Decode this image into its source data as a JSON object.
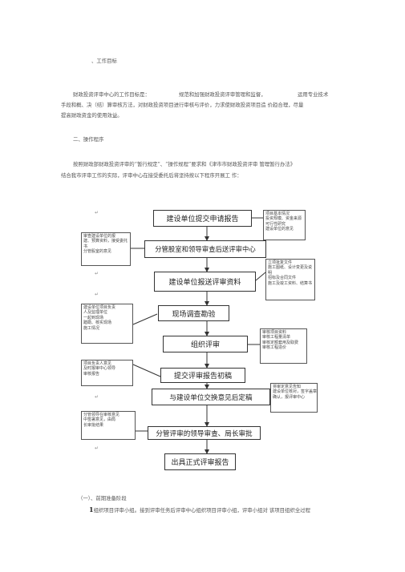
{
  "heading1": "、工作目标",
  "para1": {
    "line1_a": "财政投资评审中心的工作目标是：",
    "line1_b": "规范和加强财政投资评审管理和监督，",
    "line1_c": "运用专业技术",
    "line2": "手段和概、决（结）算审核方法，对财政投资项目进行审核与评价，力求使财政投资项目造 价趋合理，尽量",
    "line3": "提高财政资金的使用效益。"
  },
  "heading2": "二、操作程序",
  "para2": {
    "line1": "按照财政部财政投资评审的“暂行规定”、“操作规程”要求和《津市市财政投资评审 管理暂行办法》",
    "line2": "结合我市评审工作的实际，评审中心在接受委托后将坚持按以下程序开展工 作："
  },
  "flow": {
    "steps": [
      "建设单位提交申请报告",
      "分管股室和领导审查后送评审中心",
      "建设单位报送评审资料",
      "现场调查勘验",
      "组织评审",
      "提交评审报告初稿",
      "与建设单位交换意见后定稿",
      "分管评审的领导审查、局长审批",
      "出具正式评审报告"
    ],
    "left_notes": [
      [
        "审查建设单位的报",
        "建、预算资料，接受委托",
        "书",
        "分管股室的意见"
      ],
      [
        "建设单位项目负责",
        "人及监理单位",
        "一起到现场",
        "踏勘、核实现场",
        "施工情况"
      ],
      [
        "项目负责人意见",
        "及时报审中心领导",
        "审核报告"
      ],
      [
        "分管领导在审核意见",
        "中签署意见，由局",
        "长审批结果"
      ]
    ],
    "right_notes": [
      [
        "项目基本情况",
        "投资规模、资金来源",
        "可行性研究",
        "建设单位的意见"
      ],
      [
        "立项批复文件",
        "施工图纸、设计变更及说",
        "明",
        "招标及合同文件",
        "施工及竣工资料、结算书"
      ],
      [
        "审核项目资料",
        "审核工程量清单",
        "审核定额套用及取费",
        "审核工程造价"
      ],
      [
        "将审定意见告知",
        "建设单位核对，签字盖章",
        "确认，报评审中心"
      ]
    ],
    "carriage_return": "↵"
  },
  "section1": "（一）、前期准备阶段",
  "item1": {
    "num": "1",
    "text": "组织项目评审小组。接到评审任务后评审中心组织项目评审小组，评审小组对 该项目组织全过程"
  }
}
